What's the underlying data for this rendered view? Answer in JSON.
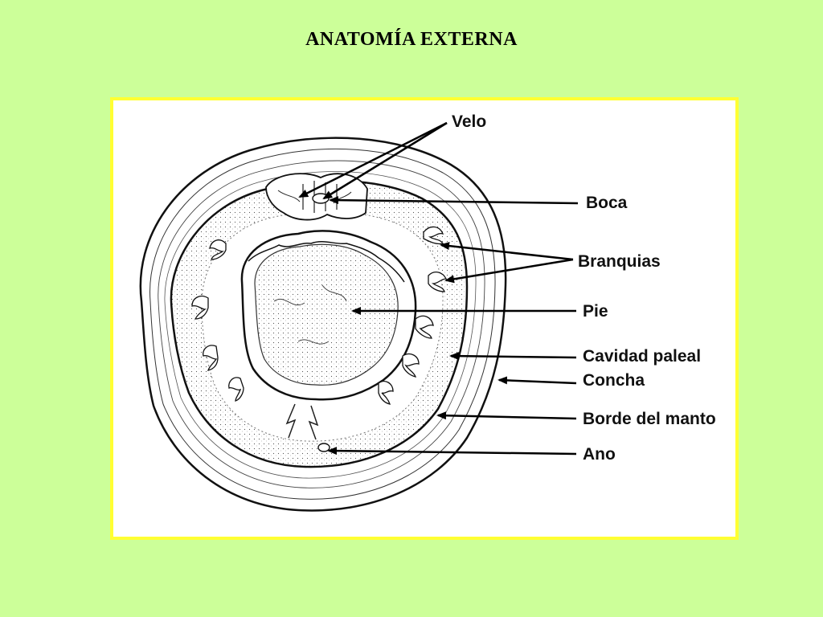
{
  "title": "ANATOMÍA EXTERNA",
  "labels": {
    "velo": "Velo",
    "boca": "Boca",
    "branquias": "Branquias",
    "pie": "Pie",
    "cavidad_paleal": "Cavidad paleal",
    "concha": "Concha",
    "borde_del_manto": "Borde del manto",
    "ano": "Ano"
  }
}
